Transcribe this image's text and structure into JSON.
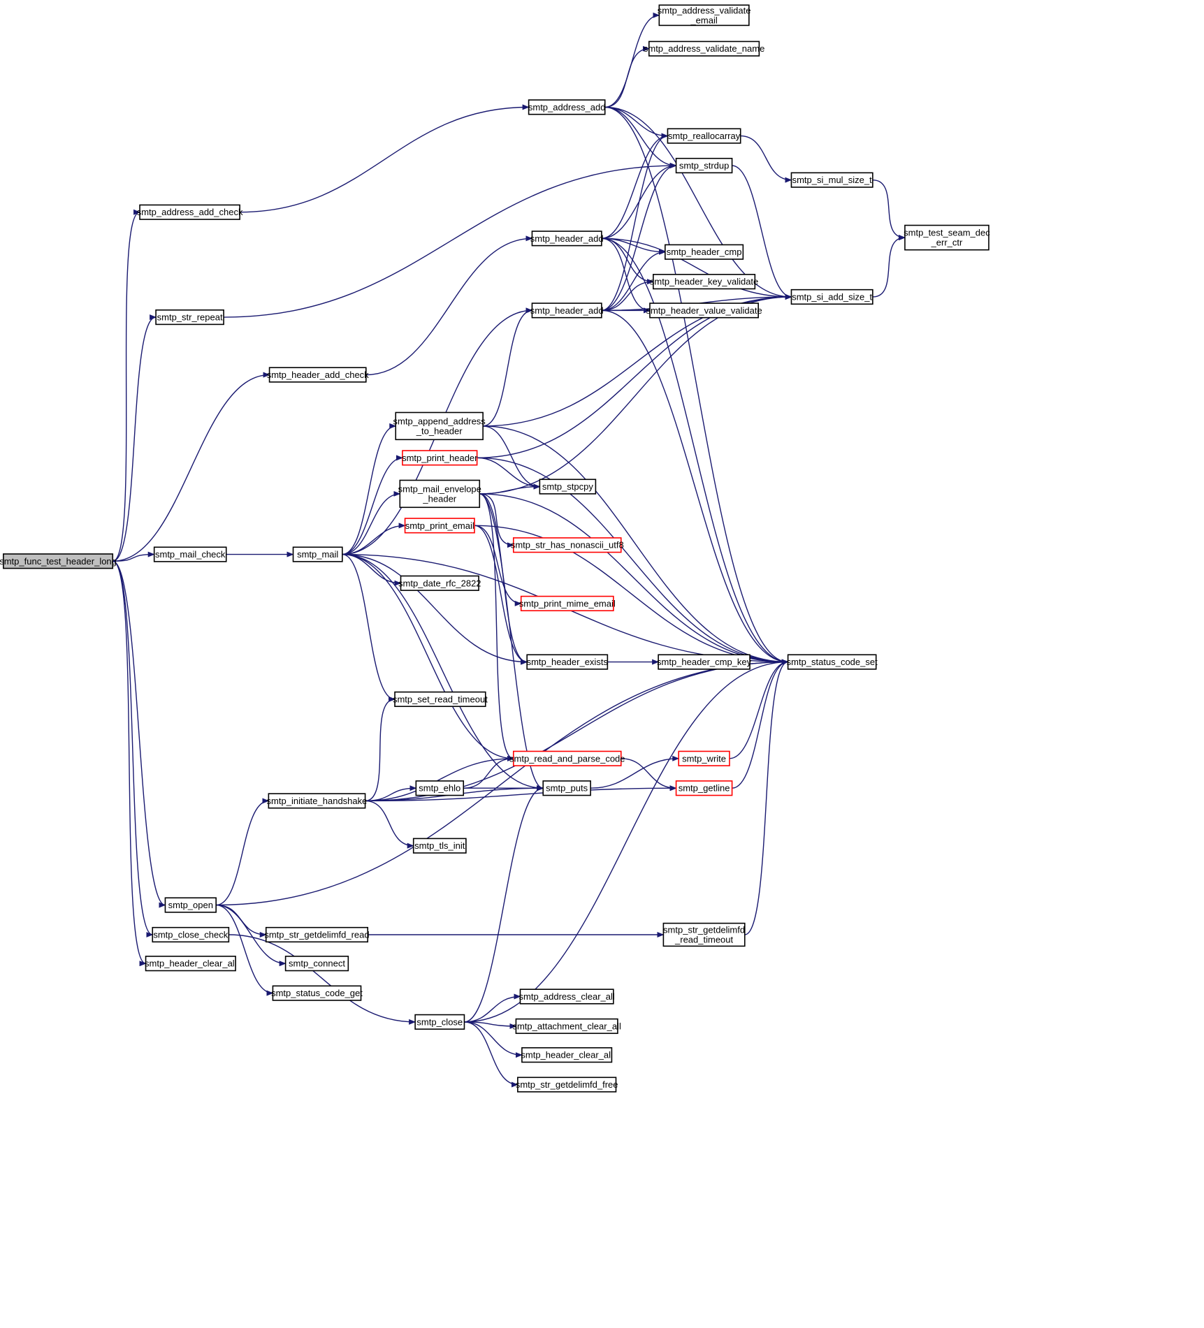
{
  "colors": {
    "edge": "#191970",
    "node_border": "#000000",
    "truncated_node_border": "#ff0000",
    "root_node_fill": "#bfbfbf",
    "node_fill": "#ffffff"
  },
  "nodes": {
    "func_test_header_long": {
      "lines": [
        "smtp_func_test_header_long"
      ],
      "style": "root"
    },
    "address_add_check": {
      "lines": [
        "smtp_address_add_check"
      ]
    },
    "str_repeat": {
      "lines": [
        "smtp_str_repeat"
      ]
    },
    "header_add_check": {
      "lines": [
        "smtp_header_add_check"
      ]
    },
    "mail_check": {
      "lines": [
        "smtp_mail_check"
      ]
    },
    "open": {
      "lines": [
        "smtp_open"
      ]
    },
    "close_check": {
      "lines": [
        "smtp_close_check"
      ]
    },
    "header_clear_all_a": {
      "lines": [
        "smtp_header_clear_all"
      ]
    },
    "mail": {
      "lines": [
        "smtp_mail"
      ]
    },
    "initiate_handshake": {
      "lines": [
        "smtp_initiate_handshake"
      ]
    },
    "str_getdelimfd_read": {
      "lines": [
        "smtp_str_getdelimfd_read"
      ]
    },
    "connect": {
      "lines": [
        "smtp_connect"
      ]
    },
    "status_code_get": {
      "lines": [
        "smtp_status_code_get"
      ]
    },
    "append_address_to_header": {
      "lines": [
        "smtp_append_address",
        "_to_header"
      ]
    },
    "print_header": {
      "lines": [
        "smtp_print_header"
      ],
      "style": "truncated"
    },
    "mail_envelope_header": {
      "lines": [
        "smtp_mail_envelope",
        "_header"
      ]
    },
    "print_email": {
      "lines": [
        "smtp_print_email"
      ],
      "style": "truncated"
    },
    "date_rfc_2822": {
      "lines": [
        "smtp_date_rfc_2822"
      ]
    },
    "set_read_timeout": {
      "lines": [
        "smtp_set_read_timeout"
      ]
    },
    "ehlo": {
      "lines": [
        "smtp_ehlo"
      ]
    },
    "tls_init": {
      "lines": [
        "smtp_tls_init"
      ]
    },
    "close": {
      "lines": [
        "smtp_close"
      ]
    },
    "address_add": {
      "lines": [
        "smtp_address_add"
      ]
    },
    "header_add_1": {
      "lines": [
        "smtp_header_add"
      ]
    },
    "header_add_2": {
      "lines": [
        "smtp_header_add"
      ]
    },
    "stpcpy": {
      "lines": [
        "smtp_stpcpy"
      ]
    },
    "str_has_nonascii_utf8": {
      "lines": [
        "smtp_str_has_nonascii_utf8"
      ],
      "style": "truncated"
    },
    "print_mime_email": {
      "lines": [
        "smtp_print_mime_email"
      ],
      "style": "truncated"
    },
    "header_exists": {
      "lines": [
        "smtp_header_exists"
      ]
    },
    "read_and_parse_code": {
      "lines": [
        "smtp_read_and_parse_code"
      ],
      "style": "truncated"
    },
    "puts": {
      "lines": [
        "smtp_puts"
      ]
    },
    "address_clear_all": {
      "lines": [
        "smtp_address_clear_all"
      ]
    },
    "attachment_clear_all": {
      "lines": [
        "smtp_attachment_clear_all"
      ]
    },
    "header_clear_all_b": {
      "lines": [
        "smtp_header_clear_all"
      ]
    },
    "str_getdelimfd_free": {
      "lines": [
        "smtp_str_getdelimfd_free"
      ]
    },
    "address_validate_email": {
      "lines": [
        "smtp_address_validate",
        "_email"
      ]
    },
    "address_validate_name": {
      "lines": [
        "smtp_address_validate_name"
      ]
    },
    "reallocarray": {
      "lines": [
        "smtp_reallocarray"
      ]
    },
    "strdup": {
      "lines": [
        "smtp_strdup"
      ]
    },
    "header_cmp": {
      "lines": [
        "smtp_header_cmp"
      ]
    },
    "header_key_validate": {
      "lines": [
        "smtp_header_key_validate"
      ]
    },
    "header_value_validate": {
      "lines": [
        "smtp_header_value_validate"
      ]
    },
    "header_cmp_key": {
      "lines": [
        "smtp_header_cmp_key"
      ]
    },
    "write": {
      "lines": [
        "smtp_write"
      ],
      "style": "truncated"
    },
    "getline": {
      "lines": [
        "smtp_getline"
      ],
      "style": "truncated"
    },
    "str_getdelimfd_read_timeout": {
      "lines": [
        "smtp_str_getdelimfd",
        "_read_timeout"
      ]
    },
    "si_mul_size_t": {
      "lines": [
        "smtp_si_mul_size_t"
      ]
    },
    "test_seam_dec_err_ctr": {
      "lines": [
        "smtp_test_seam_dec",
        "_err_ctr"
      ]
    },
    "si_add_size_t": {
      "lines": [
        "smtp_si_add_size_t"
      ]
    },
    "status_code_set": {
      "lines": [
        "smtp_status_code_set"
      ]
    }
  },
  "edges": [
    [
      "func_test_header_long",
      "address_add_check"
    ],
    [
      "func_test_header_long",
      "str_repeat"
    ],
    [
      "func_test_header_long",
      "header_add_check"
    ],
    [
      "func_test_header_long",
      "mail_check"
    ],
    [
      "func_test_header_long",
      "open"
    ],
    [
      "func_test_header_long",
      "close_check"
    ],
    [
      "func_test_header_long",
      "header_clear_all_a"
    ],
    [
      "address_add_check",
      "address_add"
    ],
    [
      "str_repeat",
      "strdup"
    ],
    [
      "header_add_check",
      "header_add_1"
    ],
    [
      "mail_check",
      "mail"
    ],
    [
      "mail",
      "header_add_2"
    ],
    [
      "mail",
      "append_address_to_header"
    ],
    [
      "mail",
      "print_header"
    ],
    [
      "mail",
      "mail_envelope_header"
    ],
    [
      "mail",
      "print_email"
    ],
    [
      "mail",
      "date_rfc_2822"
    ],
    [
      "mail",
      "set_read_timeout"
    ],
    [
      "mail",
      "header_exists"
    ],
    [
      "mail",
      "read_and_parse_code"
    ],
    [
      "mail",
      "puts"
    ],
    [
      "mail",
      "status_code_set"
    ],
    [
      "open",
      "initiate_handshake"
    ],
    [
      "open",
      "str_getdelimfd_read"
    ],
    [
      "open",
      "connect"
    ],
    [
      "open",
      "status_code_get"
    ],
    [
      "open",
      "status_code_set"
    ],
    [
      "close_check",
      "close"
    ],
    [
      "initiate_handshake",
      "set_read_timeout"
    ],
    [
      "initiate_handshake",
      "read_and_parse_code"
    ],
    [
      "initiate_handshake",
      "ehlo"
    ],
    [
      "initiate_handshake",
      "puts"
    ],
    [
      "initiate_handshake",
      "tls_init"
    ],
    [
      "initiate_handshake",
      "getline"
    ],
    [
      "initiate_handshake",
      "status_code_set"
    ],
    [
      "ehlo",
      "read_and_parse_code"
    ],
    [
      "ehlo",
      "puts"
    ],
    [
      "str_getdelimfd_read",
      "str_getdelimfd_read_timeout"
    ],
    [
      "append_address_to_header",
      "header_add_2"
    ],
    [
      "append_address_to_header",
      "stpcpy"
    ],
    [
      "append_address_to_header",
      "si_add_size_t"
    ],
    [
      "append_address_to_header",
      "status_code_set"
    ],
    [
      "print_header",
      "stpcpy"
    ],
    [
      "print_header",
      "si_add_size_t"
    ],
    [
      "print_header",
      "status_code_set"
    ],
    [
      "mail_envelope_header",
      "stpcpy"
    ],
    [
      "mail_envelope_header",
      "str_has_nonascii_utf8"
    ],
    [
      "mail_envelope_header",
      "si_add_size_t"
    ],
    [
      "mail_envelope_header",
      "header_exists"
    ],
    [
      "mail_envelope_header",
      "read_and_parse_code"
    ],
    [
      "mail_envelope_header",
      "puts"
    ],
    [
      "mail_envelope_header",
      "status_code_set"
    ],
    [
      "print_email",
      "print_mime_email"
    ],
    [
      "print_email",
      "header_exists"
    ],
    [
      "print_email",
      "status_code_set"
    ],
    [
      "close",
      "puts"
    ],
    [
      "close",
      "address_clear_all"
    ],
    [
      "close",
      "attachment_clear_all"
    ],
    [
      "close",
      "header_clear_all_b"
    ],
    [
      "close",
      "str_getdelimfd_free"
    ],
    [
      "close",
      "status_code_set"
    ],
    [
      "address_add",
      "address_validate_email"
    ],
    [
      "address_add",
      "address_validate_name"
    ],
    [
      "address_add",
      "reallocarray"
    ],
    [
      "address_add",
      "strdup"
    ],
    [
      "address_add",
      "si_add_size_t"
    ],
    [
      "address_add",
      "status_code_set"
    ],
    [
      "header_add_1",
      "reallocarray"
    ],
    [
      "header_add_1",
      "strdup"
    ],
    [
      "header_add_1",
      "header_cmp"
    ],
    [
      "header_add_1",
      "header_key_validate"
    ],
    [
      "header_add_1",
      "header_value_validate"
    ],
    [
      "header_add_1",
      "si_add_size_t"
    ],
    [
      "header_add_1",
      "status_code_set"
    ],
    [
      "header_add_2",
      "reallocarray"
    ],
    [
      "header_add_2",
      "strdup"
    ],
    [
      "header_add_2",
      "header_cmp"
    ],
    [
      "header_add_2",
      "header_key_validate"
    ],
    [
      "header_add_2",
      "header_value_validate"
    ],
    [
      "header_add_2",
      "si_add_size_t"
    ],
    [
      "header_add_2",
      "status_code_set"
    ],
    [
      "header_exists",
      "header_cmp_key"
    ],
    [
      "read_and_parse_code",
      "getline"
    ],
    [
      "puts",
      "write"
    ],
    [
      "write",
      "status_code_set"
    ],
    [
      "getline",
      "status_code_set"
    ],
    [
      "str_getdelimfd_read_timeout",
      "status_code_set"
    ],
    [
      "reallocarray",
      "si_mul_size_t"
    ],
    [
      "strdup",
      "si_add_size_t"
    ],
    [
      "si_mul_size_t",
      "test_seam_dec_err_ctr"
    ],
    [
      "si_add_size_t",
      "test_seam_dec_err_ctr"
    ]
  ]
}
